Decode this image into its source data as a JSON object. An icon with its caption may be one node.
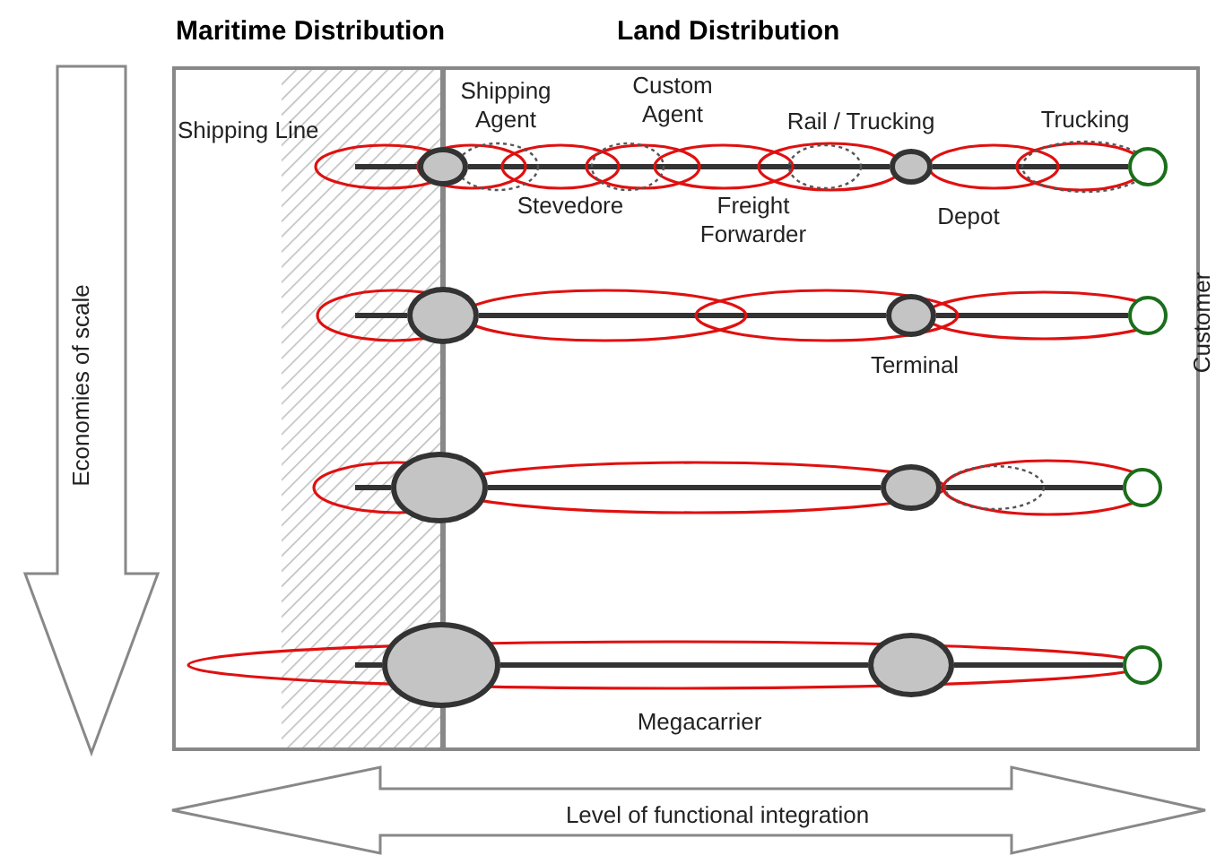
{
  "diagram": {
    "nodes": [
      {
        "text": [],
        "shape": "circle"
      },
      {
        "text": [],
        "shape": "circle"
      },
      {
        "text": [],
        "shape": "circle"
      },
      {
        "text": [],
        "shape": "circle"
      },
      {
        "text": [],
        "shape": "circle"
      },
      {
        "text": [],
        "shape": "circle"
      },
      {
        "text": [],
        "shape": "circle"
      },
      {
        "text": [],
        "shape": "circle"
      },
      {
        "text": [],
        "shape": "circle"
      },
      {
        "text": [],
        "shape": "circle"
      },
      {
        "text": [],
        "shape": "circle"
      },
      {
        "text": [],
        "shape": "circle"
      }
    ],
    "edges": [
      {
        "from": null,
        "to": 0,
        "arrow": "none"
      },
      {
        "from": 0,
        "to": 1,
        "arrow": "none"
      },
      {
        "from": 1,
        "to": 2,
        "arrow": "none"
      },
      {
        "from": null,
        "to": 3,
        "arrow": "none"
      },
      {
        "from": 3,
        "to": 4,
        "arrow": "none"
      },
      {
        "from": 4,
        "to": 5,
        "arrow": "none"
      },
      {
        "from": null,
        "to": 6,
        "arrow": "none"
      },
      {
        "from": 6,
        "to": 7,
        "arrow": "none"
      },
      {
        "from": 7,
        "to": 8,
        "arrow": "none"
      },
      {
        "from": null,
        "to": 9,
        "arrow": "none"
      },
      {
        "from": 9,
        "to": 10,
        "arrow": "none"
      },
      {
        "from": 10,
        "to": 11,
        "arrow": "none"
      }
    ],
    "labels": [
      "Maritime Distribution",
      "Land Distribution",
      "Shipping Line",
      "Shipping Agent",
      "Custom Agent",
      "Rail / Trucking",
      "Trucking",
      "Stevedore",
      "Freight Forwarder",
      "Depot",
      "Customer",
      "Terminal",
      "Economies of scale",
      "Megacarrier",
      "Level of functional integration"
    ]
  }
}
